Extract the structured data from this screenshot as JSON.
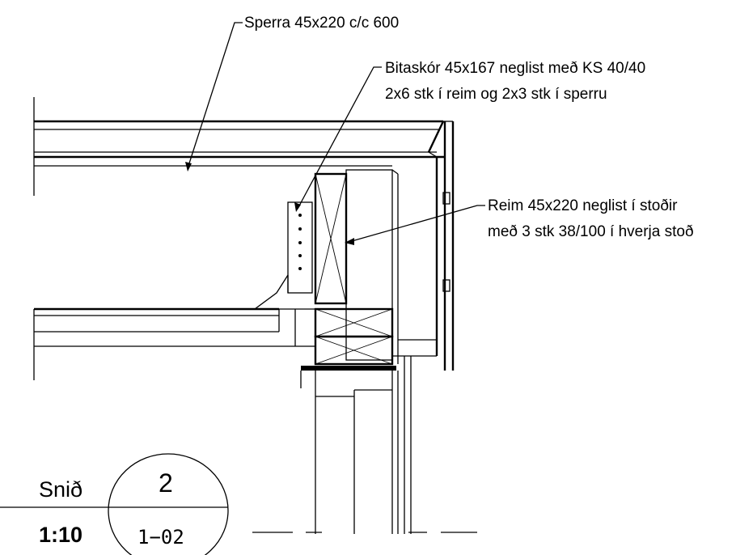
{
  "callouts": {
    "sperra": "Sperra 45x220 c/c 600",
    "bitaskor_line1": "Bitaskór 45x167 neglist með KS 40/40",
    "bitaskor_line2": "2x6 stk í reim og 2x3 stk í sperru",
    "reim_line1": "Reim 45x220 neglist í stoðir",
    "reim_line2": "með 3 stk 38/100 í hverja stoð"
  },
  "section_marker": {
    "label": "Snið",
    "scale": "1:10",
    "number": "2",
    "sheet": "1−02"
  }
}
